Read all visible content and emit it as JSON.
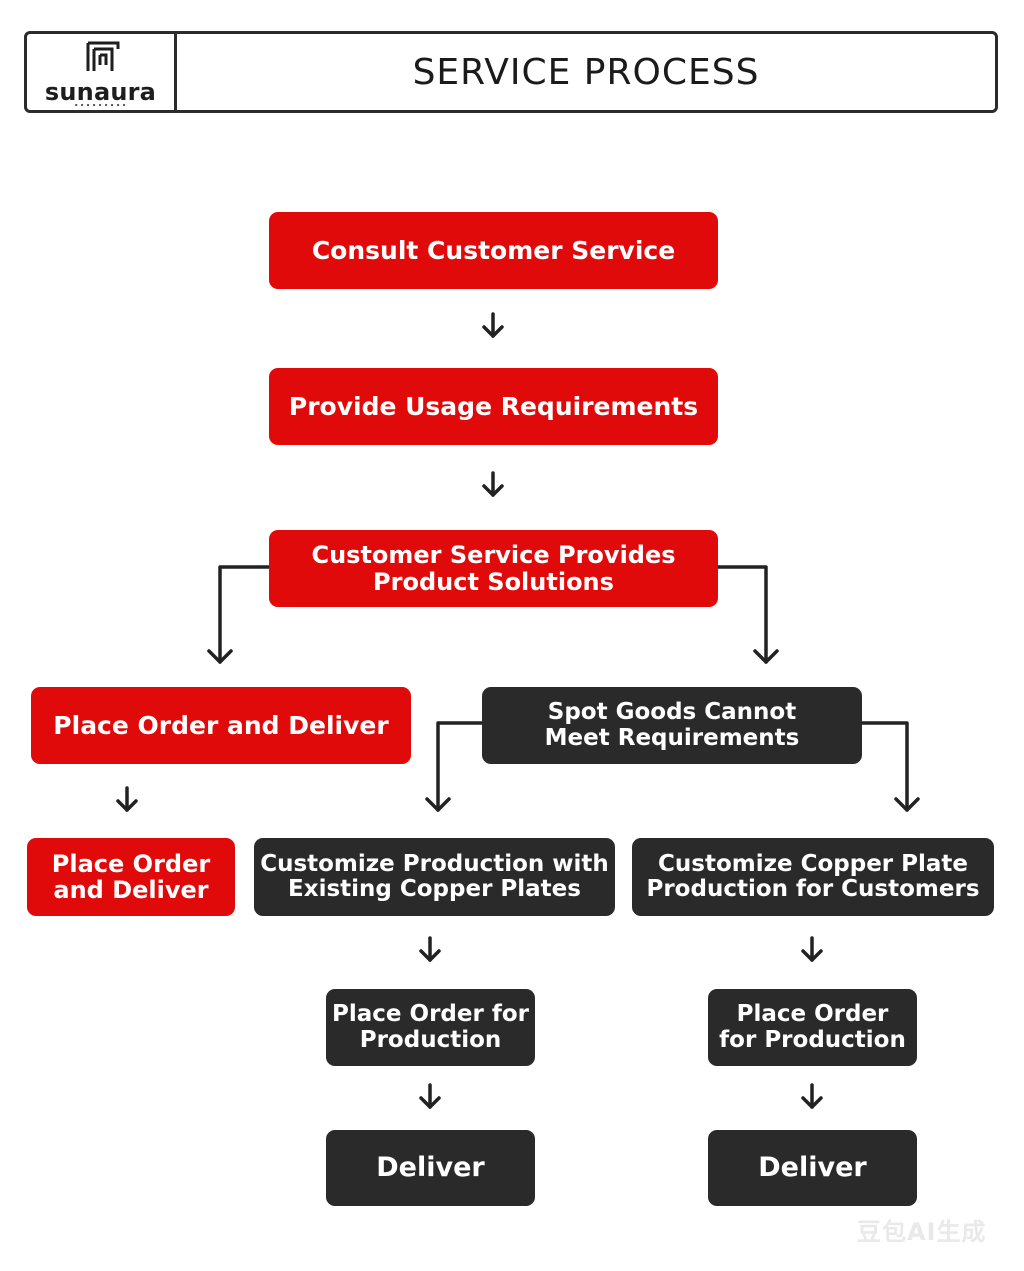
{
  "brand": {
    "name": "sunaura",
    "tagline": "▪ ▪ ▪ ▪ ▪ ▪ ▪ ▪ ▪"
  },
  "title": "SERVICE PROCESS",
  "steps": {
    "consult": "Consult Customer Service",
    "requirements": "Provide Usage Requirements",
    "solutions": "Customer Service Provides\nProduct Solutions",
    "place_order_deliver_a": "Place Order and Deliver",
    "spot_goods": "Spot Goods Cannot\nMeet Requirements",
    "place_order_deliver_b": "Place Order\nand Deliver",
    "existing_plates": "Customize Production with\nExisting Copper Plates",
    "custom_plate": "Customize Copper Plate\nProduction for Customers",
    "order_production_a": "Place Order for\nProduction",
    "order_production_b": "Place Order\nfor Production",
    "deliver_a": "Deliver",
    "deliver_b": "Deliver"
  },
  "watermark": "豆包AI生成",
  "colors": {
    "red": "#e10a0a",
    "dark": "#2a2a2a",
    "line": "#222222"
  }
}
